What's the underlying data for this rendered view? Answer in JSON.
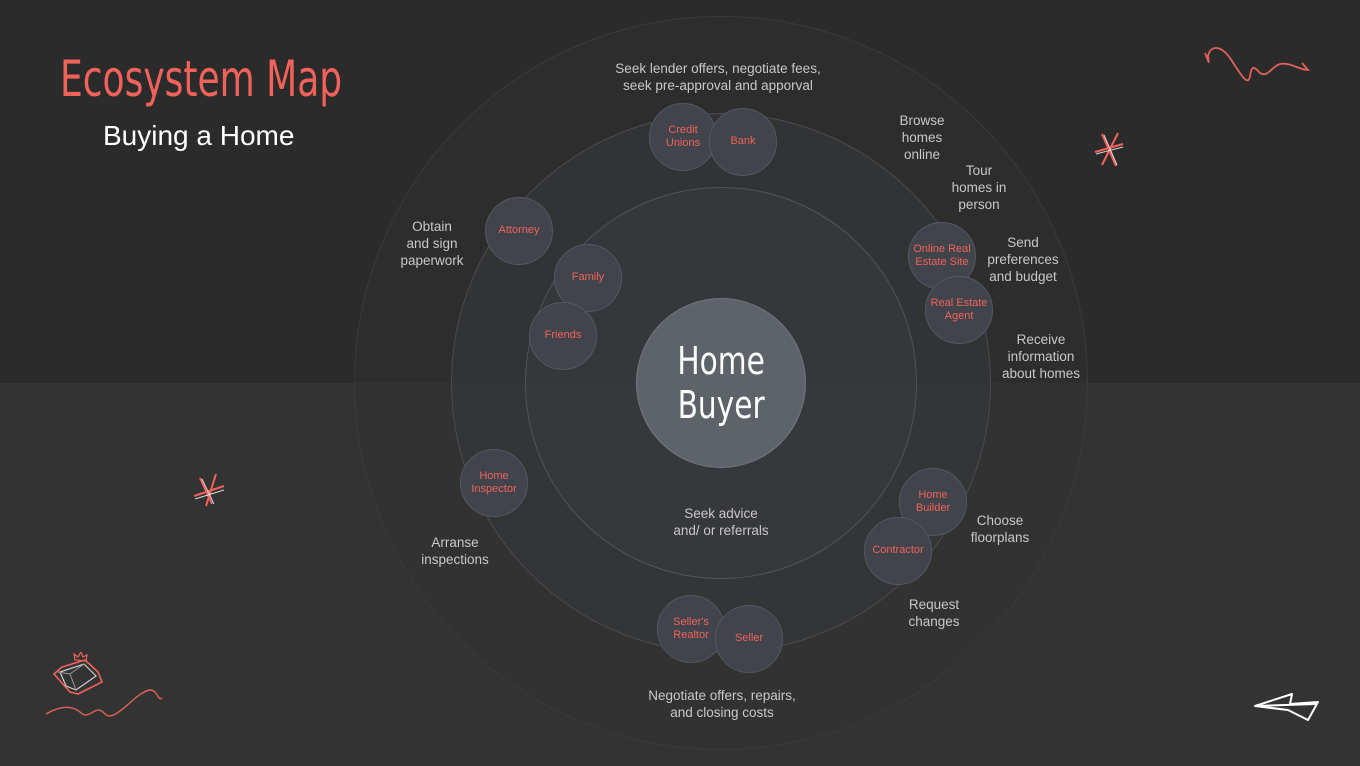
{
  "header": {
    "title": "Ecosystem Map",
    "subtitle": "Buying a Home"
  },
  "colors": {
    "accent": "#f0625a",
    "background_top": "#2b2b2b",
    "background_bottom": "#333333",
    "center_fill": "#5e6369",
    "node_fill": "#41444b",
    "label_text": "#c8c8c8"
  },
  "center": {
    "line1": "Home",
    "line2": "Buyer"
  },
  "nodes": {
    "credit_unions": "Credit Unions",
    "bank": "Bank",
    "attorney": "Attorney",
    "family": "Family",
    "friends": "Friends",
    "online_real_estate_site": "Online Real Estate Site",
    "real_estate_agent": "Real Estate Agent",
    "home_inspector": "Home Inspector",
    "home_builder": "Home Builder",
    "contractor": "Contractor",
    "sellers_realtor": "Seller's Realtor",
    "seller": "Seller"
  },
  "labels": {
    "lender": [
      "Seek lender offers, negotiate fees,",
      "seek pre-approval and apporval"
    ],
    "browse": [
      "Browse",
      "homes",
      "online"
    ],
    "tour": [
      "Tour",
      "homes in",
      "person"
    ],
    "send": [
      "Send",
      "preferences",
      "and budget"
    ],
    "receive": [
      "Receive",
      "information",
      "about homes"
    ],
    "obtain": [
      "Obtain",
      "and sign",
      "paperwork"
    ],
    "advice": [
      "Seek advice",
      "and/ or referrals"
    ],
    "inspections": [
      "Arranse",
      "inspections"
    ],
    "floorplans": [
      "Choose",
      "floorplans"
    ],
    "changes": [
      "Request",
      "changes"
    ],
    "negotiate": [
      "Negotiate offers, repairs,",
      "and closing costs"
    ]
  },
  "decorations": [
    "squiggle-icon",
    "asterisk-icon",
    "asterisk-icon",
    "diamond-crown-icon",
    "paper-plane-icon"
  ]
}
